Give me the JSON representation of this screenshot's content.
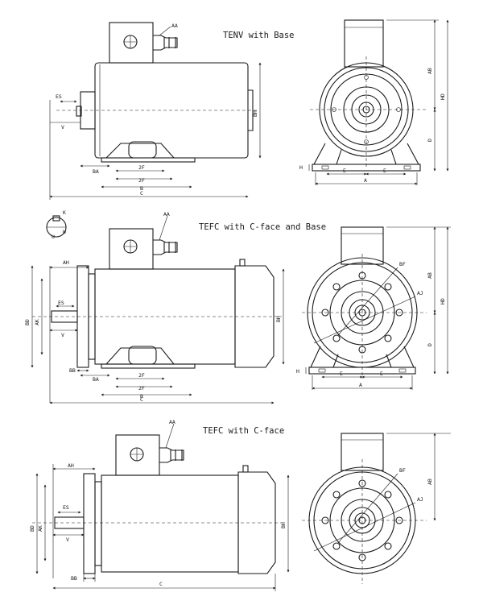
{
  "views": [
    {
      "title": "TENV with Base"
    },
    {
      "title": "TEFC with C-face and Base"
    },
    {
      "title": "TEFC with C-face"
    }
  ],
  "labels": {
    "aa": "AA",
    "es": "ES",
    "v": "V",
    "ba": "BA",
    "f2": "2F",
    "b": "B",
    "c": "C",
    "bh": "BH",
    "ab": "AB",
    "hd": "HD",
    "d": "D",
    "h": "H",
    "e": "E",
    "a": "A",
    "ah": "AH",
    "bd": "BD",
    "ak": "AK",
    "bb": "BB",
    "bf": "BF",
    "aj": "AJ",
    "k": "K",
    "u": "U",
    "w": "W"
  }
}
